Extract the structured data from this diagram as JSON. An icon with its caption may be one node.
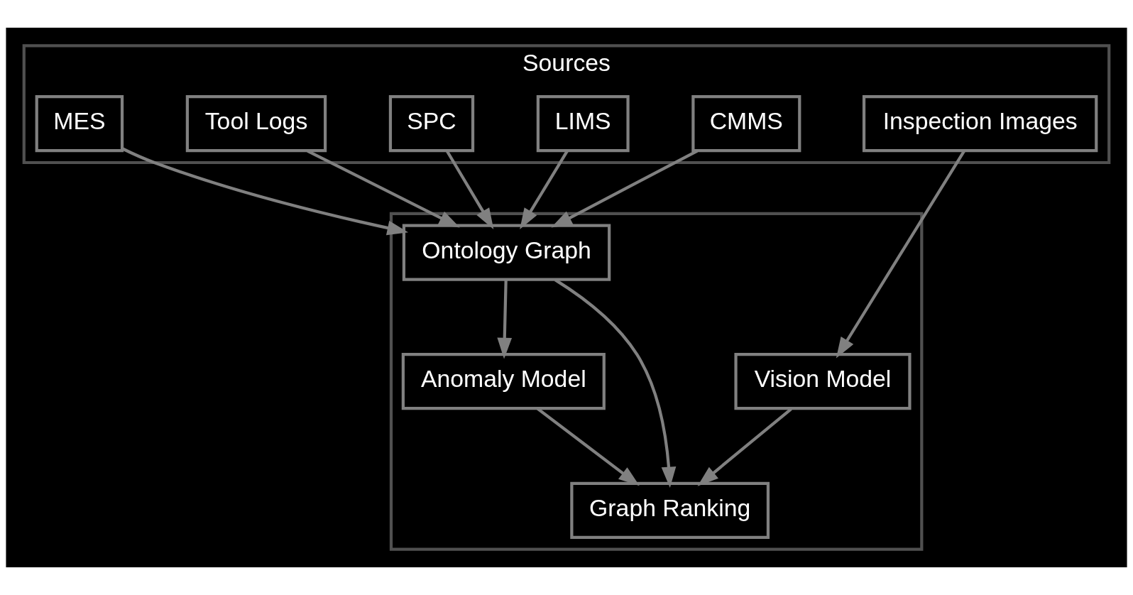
{
  "diagram": {
    "nodes": [
      {
        "text": [
          "Sources"
        ]
      },
      {
        "text": [
          "MES"
        ],
        "in": 0
      },
      {
        "text": [
          "Tool Logs"
        ],
        "in": 0
      },
      {
        "text": [
          "SPC"
        ],
        "in": 0
      },
      {
        "text": [
          "LIMS"
        ],
        "in": 0
      },
      {
        "text": [
          "CMMS"
        ],
        "in": 0
      },
      {
        "text": [
          "Inspection Images"
        ],
        "in": 0
      },
      {
        "text": [],
        "shape": "box"
      },
      {
        "text": [
          "Ontology Graph"
        ],
        "in": 7
      },
      {
        "text": [
          "Vision Model"
        ],
        "in": 7
      },
      {
        "text": [
          "Anomaly Model"
        ],
        "in": 7
      },
      {
        "text": [
          "Graph Ranking"
        ],
        "in": 7
      }
    ],
    "edges": [
      {
        "from": 1,
        "to": 8,
        "arrow": "to"
      },
      {
        "from": 2,
        "to": 8,
        "arrow": "to"
      },
      {
        "from": 3,
        "to": 8,
        "arrow": "to"
      },
      {
        "from": 4,
        "to": 8,
        "arrow": "to"
      },
      {
        "from": 5,
        "to": 8,
        "arrow": "to"
      },
      {
        "from": 6,
        "to": 9,
        "arrow": "to"
      },
      {
        "from": 8,
        "to": 10,
        "arrow": "to"
      },
      {
        "from": 8,
        "to": 11,
        "arrow": "to"
      },
      {
        "from": 9,
        "to": 11,
        "arrow": "to"
      },
      {
        "from": 10,
        "to": 11,
        "arrow": "to"
      }
    ]
  }
}
